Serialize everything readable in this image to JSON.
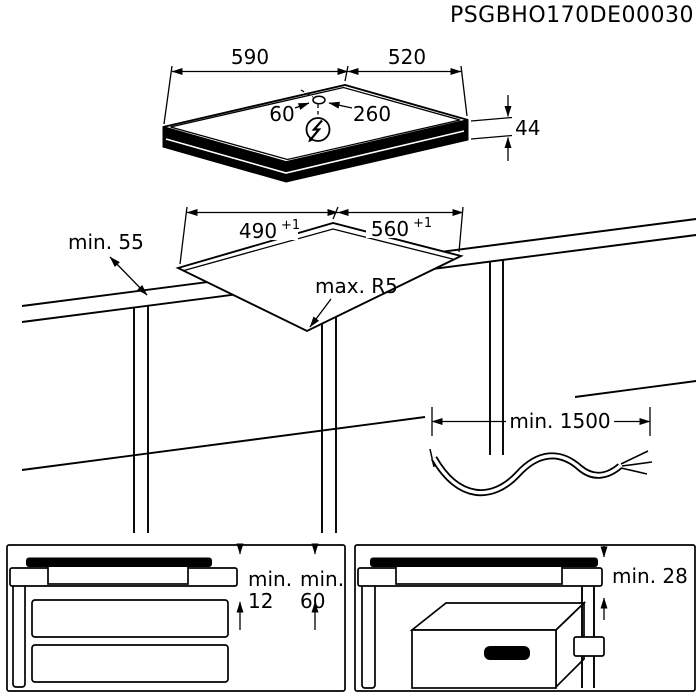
{
  "header": {
    "code": "PSGBHO170DE00030"
  },
  "colors": {
    "line": "#000000",
    "background": "#ffffff"
  },
  "hob_view": {
    "width_mm": "590",
    "depth_mm": "520",
    "height_mm": "44",
    "cable_pos_left_mm": "60",
    "cable_pos_right_mm": "260",
    "power_symbol": "lightning-bolt-in-circle"
  },
  "cutout_view": {
    "cutout_depth_mm": "490",
    "cutout_depth_tolerance": "+1",
    "cutout_width_mm": "560",
    "cutout_width_tolerance": "+1",
    "min_front_distance": "min. 55",
    "max_corner_radius": "max. R5"
  },
  "cable_view": {
    "min_cable_length": "min. 1500"
  },
  "drawer_clearance_view": {
    "gap_label": "min.",
    "gap_value": "12",
    "clearance_label": "min.",
    "clearance_value": "60"
  },
  "oven_clearance_view": {
    "min_gap": "min. 28"
  }
}
